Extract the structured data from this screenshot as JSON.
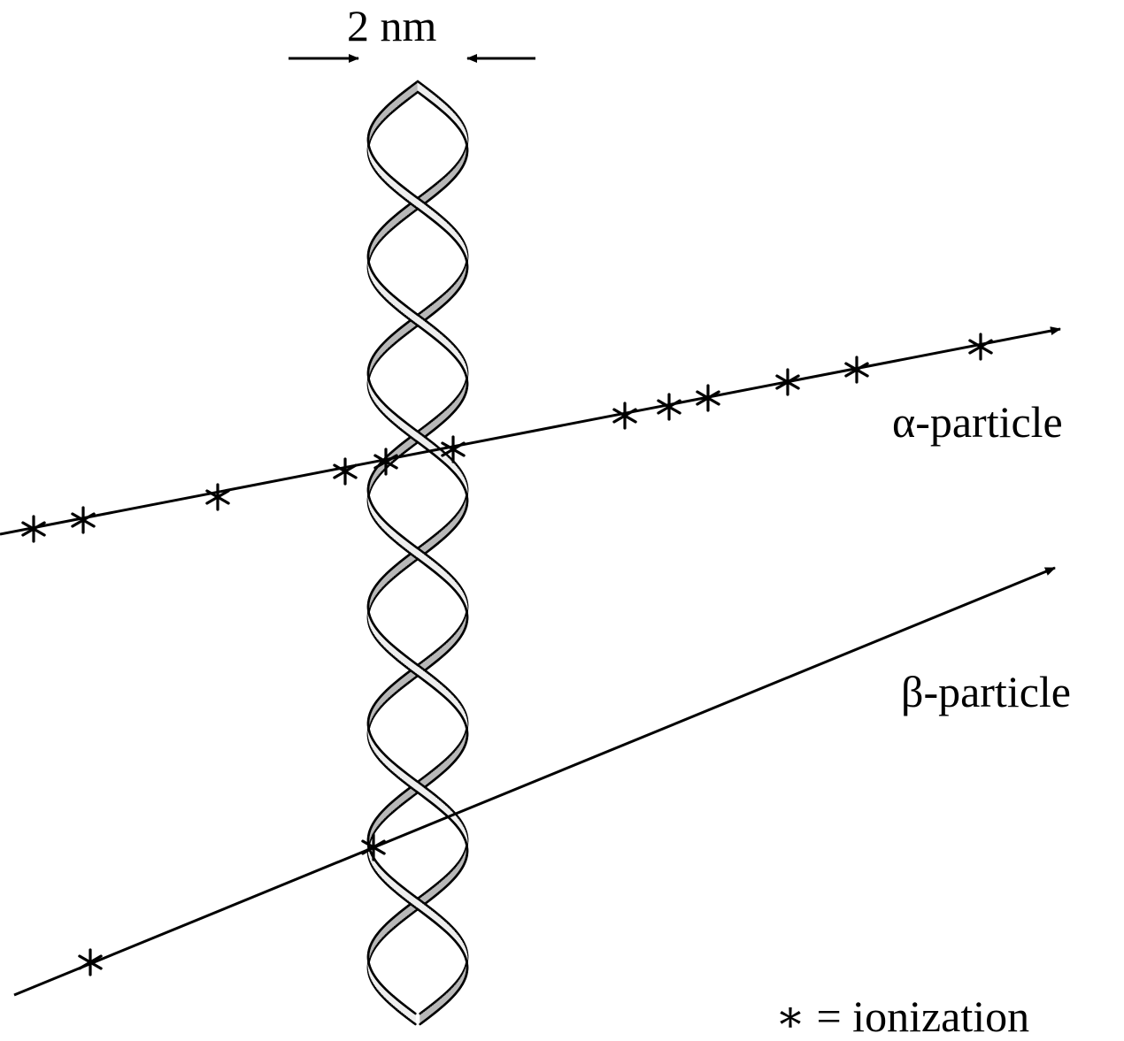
{
  "dimension": {
    "label": "2 nm"
  },
  "particles": {
    "alpha": {
      "label": "α-particle"
    },
    "beta": {
      "label": "β-particle"
    }
  },
  "legend": {
    "text": "∗ = ionization"
  },
  "colors": {
    "strand_front": "#eeeeee",
    "strand_back": "#b8b8b8",
    "ink": "#000000"
  }
}
